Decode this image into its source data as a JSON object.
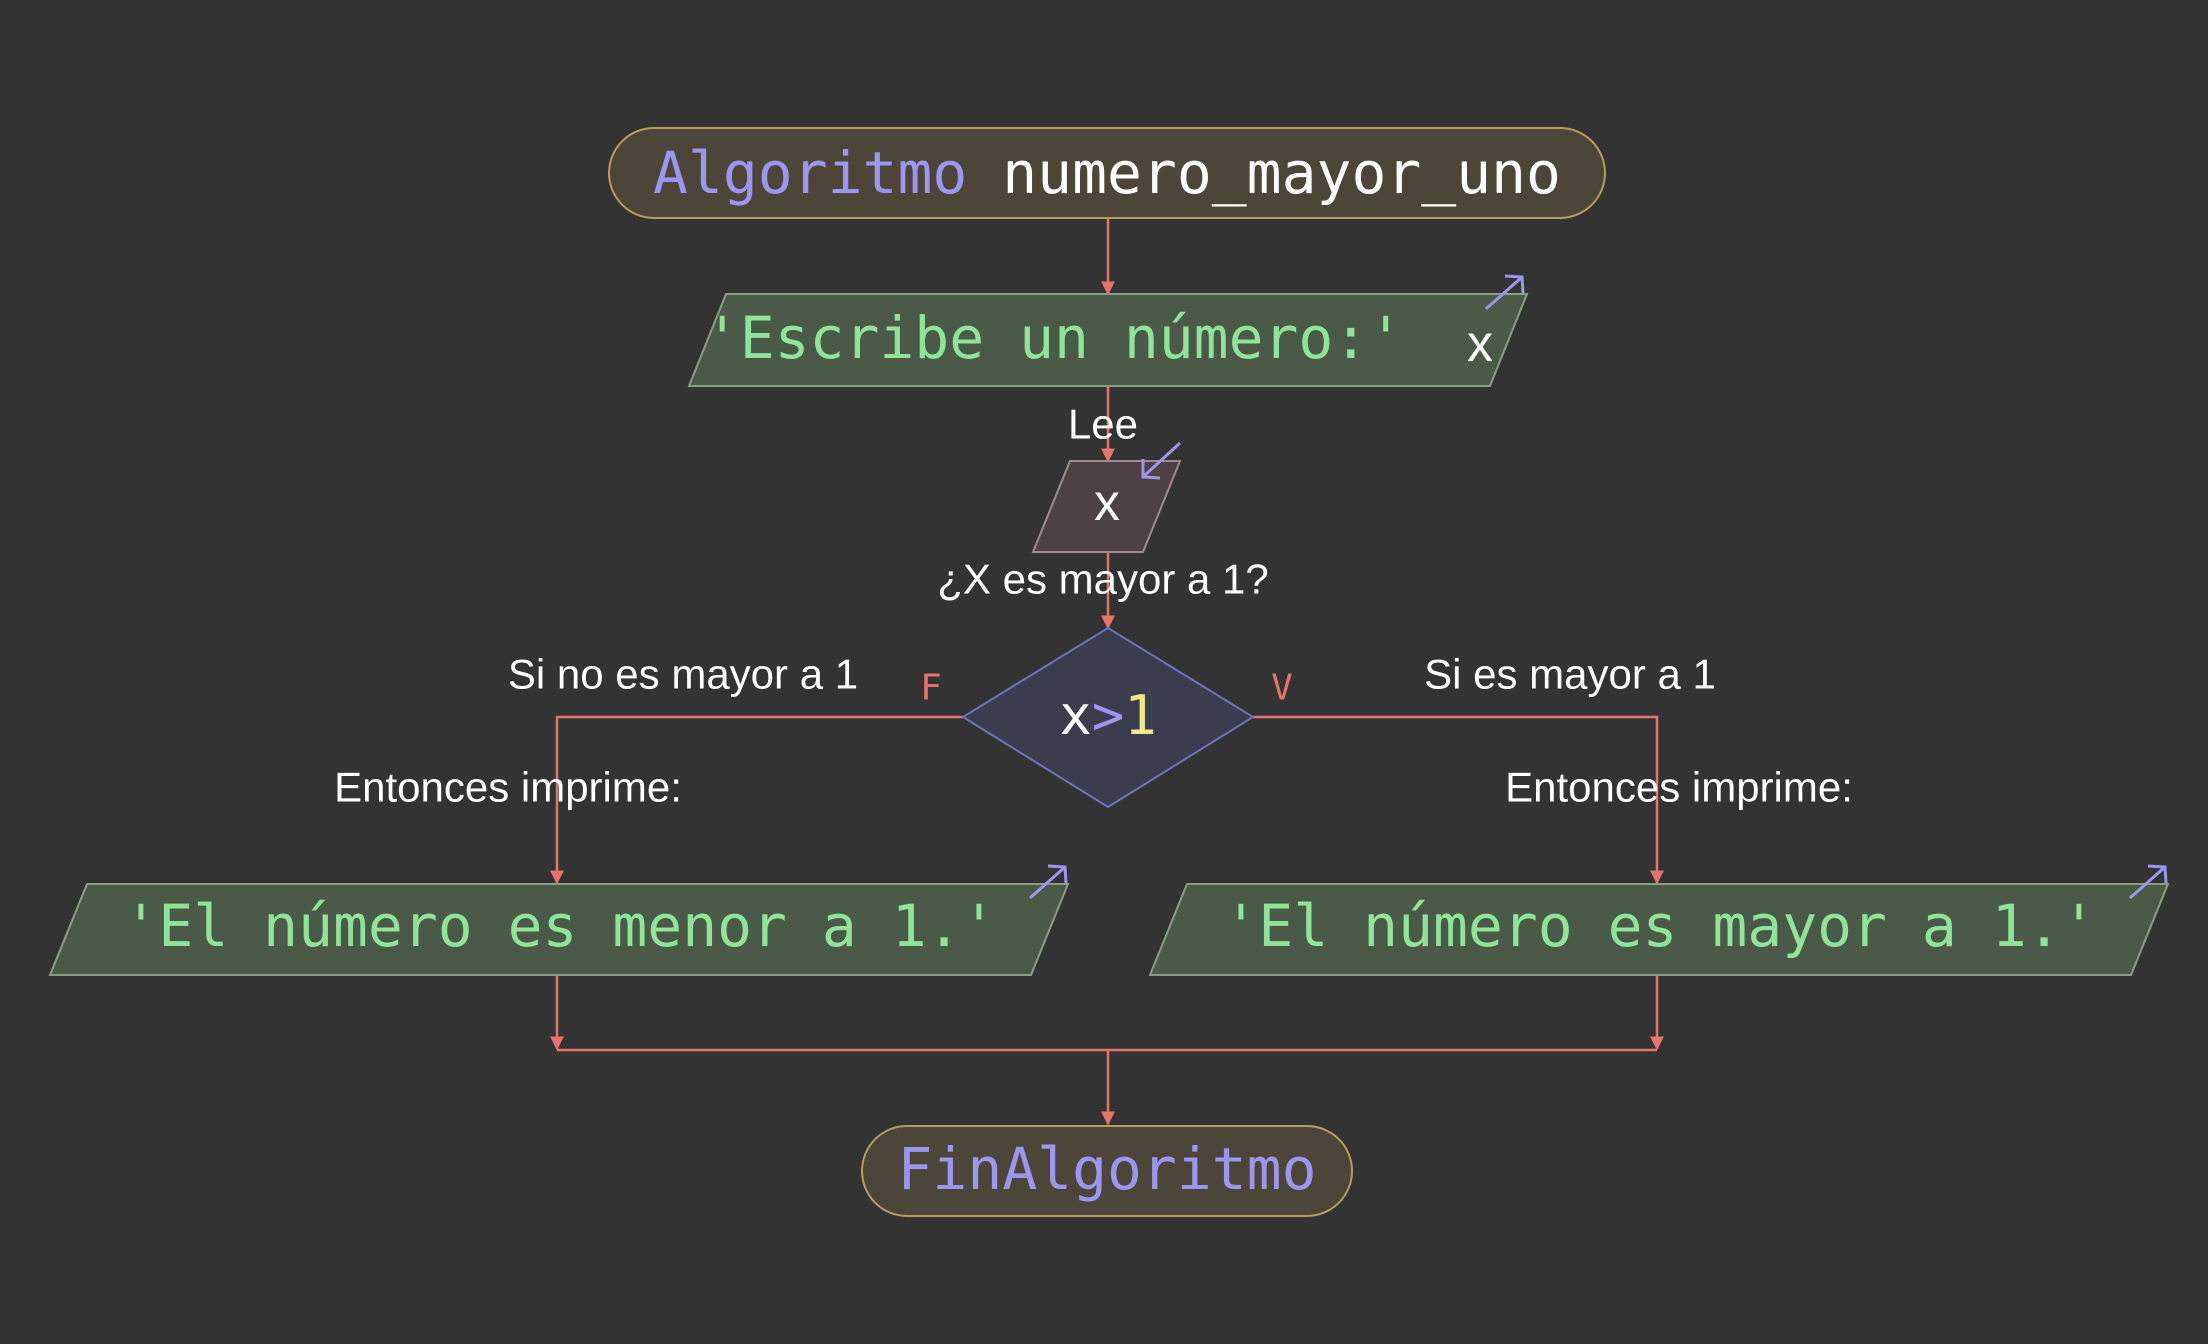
{
  "algorithm": {
    "keyword": "Algoritmo",
    "name": "numero_mayor_uno",
    "end_keyword": "FinAlgoritmo"
  },
  "output_prompt": {
    "text": "'Escribe un número:'",
    "variable": "x"
  },
  "read": {
    "label": "Lee",
    "variable": "x"
  },
  "decision": {
    "question": "¿X es mayor a 1?",
    "var": "x",
    "op": ">",
    "value": "1",
    "false_mark": "F",
    "true_mark": "V",
    "false_note": "Si no es mayor a 1",
    "true_note": "Si es mayor a 1"
  },
  "branch_false": {
    "note": "Entonces imprime:",
    "text": "'El número es menor a 1.'"
  },
  "branch_true": {
    "note": "Entonces imprime:",
    "text": "'El número es mayor a 1.'"
  },
  "colors": {
    "background": "#333333",
    "connector": "#e8736c",
    "keyword": "#9d95f0",
    "string": "#8fe39a",
    "number": "#f0e68c",
    "text": "#ffffff",
    "terminal_fill": "#4b4637",
    "terminal_stroke": "#b69d62",
    "output_fill": "#4a5a47",
    "output_stroke": "#8c9d86",
    "input_fill": "#4d4144",
    "input_stroke": "#9e8c90",
    "decision_fill": "#3b3d4f",
    "decision_stroke": "#6f74b8"
  }
}
